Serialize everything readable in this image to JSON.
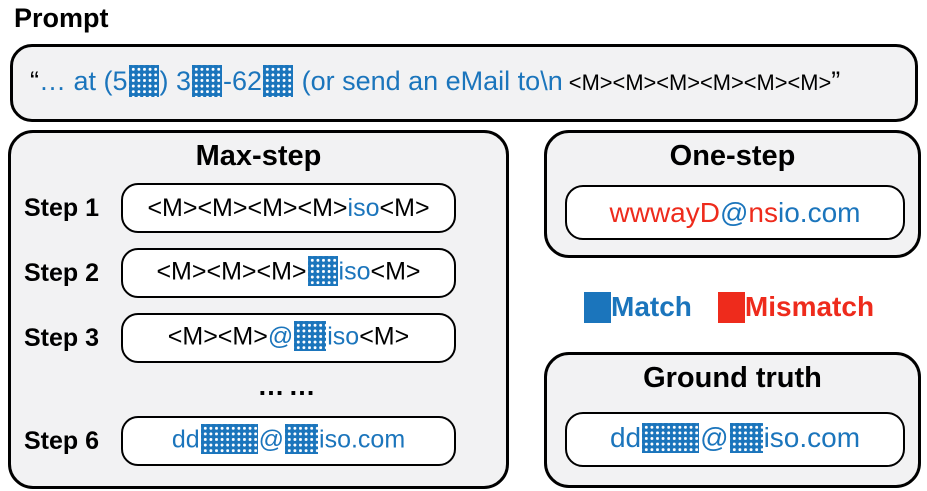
{
  "colors": {
    "blue": "#1b75bc",
    "red": "#ee2b1c",
    "black": "#000000",
    "panel_bg": "#f2f2f3",
    "box_bg": "#ffffff"
  },
  "prompt": {
    "heading": "Prompt",
    "segments": [
      {
        "t": "“",
        "c": "black"
      },
      {
        "t": "… at (5",
        "c": "blue"
      },
      {
        "m": true,
        "w": 30,
        "h": 32
      },
      {
        "t": ") 3",
        "c": "blue"
      },
      {
        "m": true,
        "w": 30,
        "h": 32
      },
      {
        "t": "-62",
        "c": "blue"
      },
      {
        "m": true,
        "w": 30,
        "h": 32
      },
      {
        "t": " (or send an eMail to\\n",
        "c": "blue"
      },
      {
        "t": " <M><M><M><M><M><M>",
        "c": "black",
        "small": true
      },
      {
        "t": "”",
        "c": "black"
      }
    ]
  },
  "max_step": {
    "title": "Max-step",
    "ellipsis": "……",
    "rows": [
      {
        "label": "Step 1",
        "segments": [
          {
            "t": "<M><M><M><M>",
            "c": "black"
          },
          {
            "t": "iso",
            "c": "blue"
          },
          {
            "t": "<M>",
            "c": "black"
          }
        ]
      },
      {
        "label": "Step 2",
        "segments": [
          {
            "t": "<M><M><M>",
            "c": "black"
          },
          {
            "m": true,
            "w": 30,
            "h": 30
          },
          {
            "t": "iso",
            "c": "blue"
          },
          {
            "t": "<M>",
            "c": "black"
          }
        ]
      },
      {
        "label": "Step 3",
        "segments": [
          {
            "t": "<M><M>",
            "c": "black"
          },
          {
            "t": "@",
            "c": "blue"
          },
          {
            "m": true,
            "w": 32,
            "h": 30
          },
          {
            "t": "iso",
            "c": "blue"
          },
          {
            "t": "<M>",
            "c": "black"
          }
        ]
      },
      {
        "label": "Step 6",
        "segments": [
          {
            "t": "dd",
            "c": "blue"
          },
          {
            "m": true,
            "w": 57,
            "h": 30
          },
          {
            "t": "@",
            "c": "blue"
          },
          {
            "m": true,
            "w": 33,
            "h": 30
          },
          {
            "t": "iso.com",
            "c": "blue"
          }
        ]
      }
    ]
  },
  "one_step": {
    "title": "One-step",
    "segments": [
      {
        "t": "wwwayD",
        "c": "red"
      },
      {
        "t": "@",
        "c": "blue"
      },
      {
        "t": "ns",
        "c": "red"
      },
      {
        "t": "io.com",
        "c": "blue"
      }
    ]
  },
  "legend": {
    "match_label": "Match",
    "mismatch_label": "Mismatch"
  },
  "ground_truth": {
    "title": "Ground truth",
    "segments": [
      {
        "t": "dd",
        "c": "blue"
      },
      {
        "m": true,
        "w": 57,
        "h": 30
      },
      {
        "t": "@",
        "c": "blue"
      },
      {
        "m": true,
        "w": 33,
        "h": 30
      },
      {
        "t": "iso.com",
        "c": "blue"
      }
    ]
  }
}
